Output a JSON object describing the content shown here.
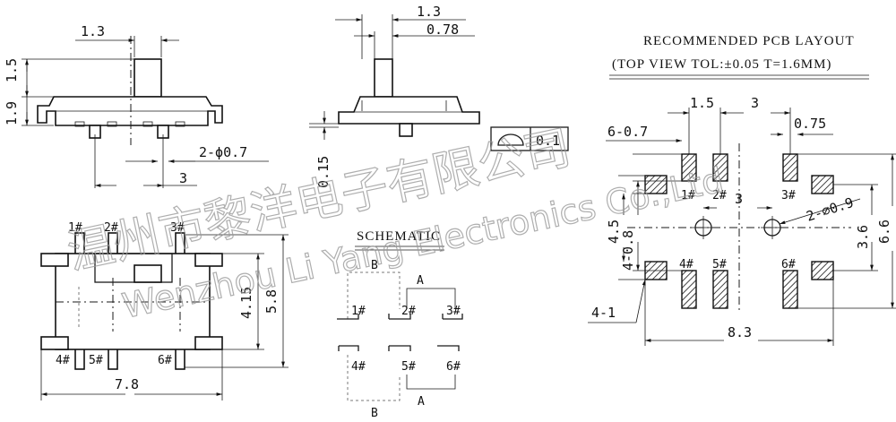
{
  "side_view_1": {
    "dim_top_width": "1.3",
    "dim_actuator_height": "1.5",
    "dim_body_height": "1.9",
    "dim_pin_dia": "2-ϕ0.7",
    "dim_pitch": "3"
  },
  "side_view_2": {
    "dim_top_width": "1.3",
    "dim_actuator_width": "0.78",
    "dim_standoff": "0.15",
    "dim_tolerance": "0.1"
  },
  "top_view": {
    "pins_top": [
      "1#",
      "2#",
      "3#"
    ],
    "pins_bottom": [
      "4#",
      "5#",
      "6#"
    ],
    "dim_inner_height": "4.15",
    "dim_outer_height": "5.8",
    "dim_width": "7.8"
  },
  "schematic": {
    "title": "SCHEMATIC",
    "label_b": "B",
    "label_a": "A",
    "pins_top": [
      "1#",
      "2#",
      "3#"
    ],
    "pins_bottom": [
      "4#",
      "5#",
      "6#"
    ]
  },
  "pcb": {
    "title_line1": "RECOMMENDED PCB LAYOUT",
    "title_line2": "(TOP VIEW TOL:±0.05 T=1.6MM)",
    "dim_1_5": "1.5",
    "dim_3_top": "3",
    "dim_0_75": "0.75",
    "dim_6_07": "6-0.7",
    "dim_3_mid": "3",
    "dim_2_09": "2-∅0.9",
    "dim_4_5": "4.5",
    "dim_4_08": "4-0.8",
    "dim_3_6": "3.6",
    "dim_6_6": "6.6",
    "dim_4_1": "4-1",
    "dim_8_3": "8.3",
    "pins_top": [
      "1#",
      "2#",
      "3#"
    ],
    "pins_bottom": [
      "4#",
      "5#",
      "6#"
    ]
  },
  "watermark": {
    "line1": "温州市黎洋电子有限公司",
    "line2": "Wenzhou Li Yang Electronics Co.,Ltd"
  }
}
